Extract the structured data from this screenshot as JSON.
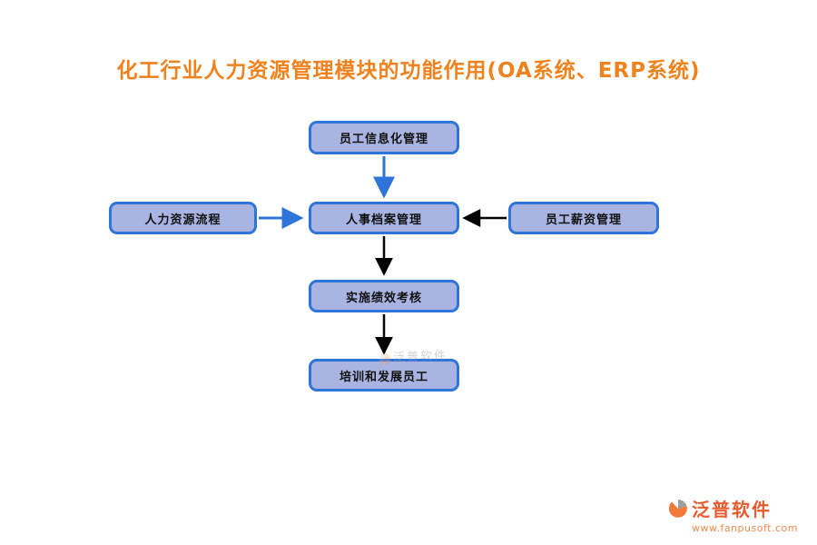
{
  "title": "化工行业人力资源管理模块的功能作用(OA系统、ERP系统)",
  "nodes": {
    "top": {
      "label": "员工信息化管理"
    },
    "left": {
      "label": "人力资源流程"
    },
    "center": {
      "label": "人事档案管理"
    },
    "right": {
      "label": "员工薪资管理"
    },
    "perf": {
      "label": "实施绩效考核"
    },
    "train": {
      "label": "培训和发展员工"
    }
  },
  "edges": [
    {
      "from": "top",
      "to": "center",
      "color": "blue"
    },
    {
      "from": "left",
      "to": "center",
      "color": "blue"
    },
    {
      "from": "right",
      "to": "center",
      "color": "black"
    },
    {
      "from": "center",
      "to": "perf",
      "color": "black"
    },
    {
      "from": "perf",
      "to": "train",
      "color": "black"
    }
  ],
  "watermark": {
    "text": "泛普软件"
  },
  "footer": {
    "brand": "泛普软件",
    "url": "www.fanpusoft.com"
  },
  "colors": {
    "title": "#f0821e",
    "box_fill": "#a9b4e2",
    "box_border": "#2e74d9",
    "arrow_blue": "#2e74d9",
    "arrow_black": "#000000",
    "brand": "#e65c2e"
  }
}
